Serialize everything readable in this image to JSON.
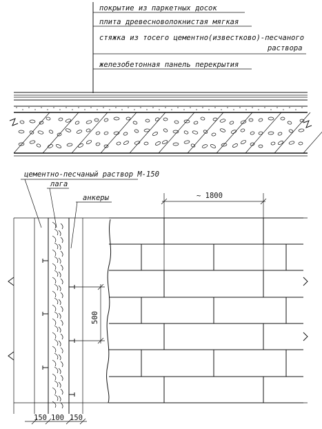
{
  "section_labels": {
    "layer1": "покрытие из паркетных досок",
    "layer2": "плита древесноволокнистая мягкая",
    "layer3_line1": "стяжка из тосего цементно(известково)-песчаного",
    "layer3_line2": "раствора",
    "layer4": "железобетонная панель перекрытия"
  },
  "plan_labels": {
    "mortar": "цементно-песчаный раствор М-150",
    "joist": "лага",
    "anchors": "анкеры"
  },
  "dimensions": {
    "board_spacing": "~ 1800",
    "anchor_spacing": "500",
    "strip_left": "150",
    "strip_joist": "100",
    "strip_right": "150"
  }
}
